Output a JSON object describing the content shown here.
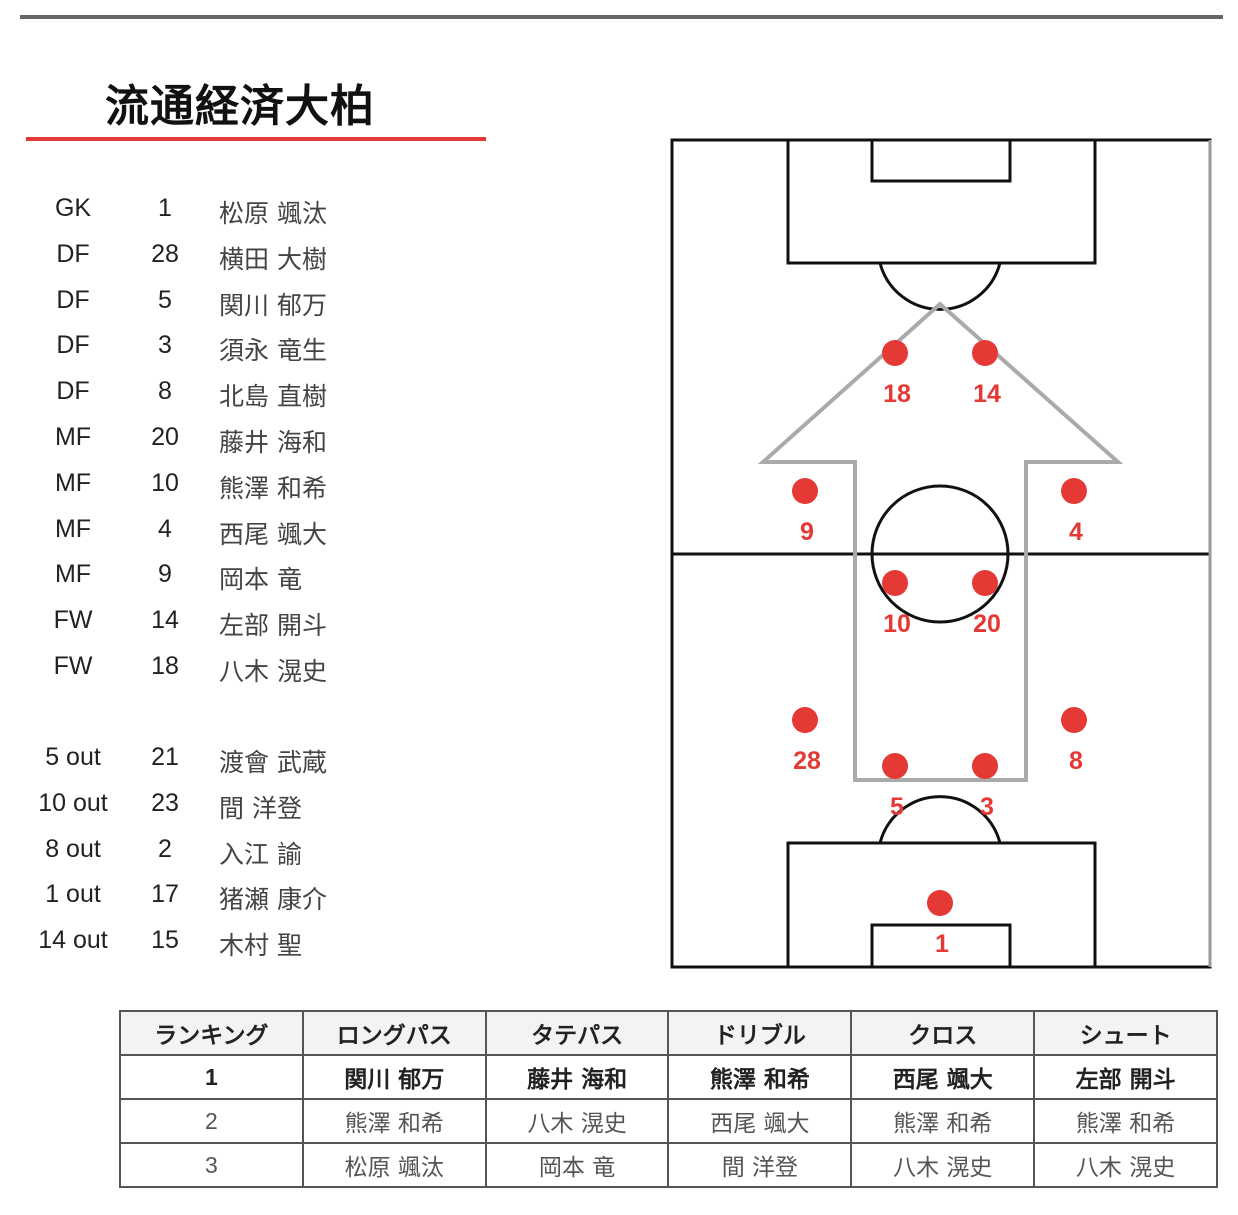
{
  "title": "流通経済大柏",
  "colors": {
    "accent": "#e53935",
    "arrow": "#aaaaaa",
    "lines": "#111111"
  },
  "starters": [
    {
      "pos": "GK",
      "num": "1",
      "name": "松原 颯汰"
    },
    {
      "pos": "DF",
      "num": "28",
      "name": "横田 大樹"
    },
    {
      "pos": "DF",
      "num": "5",
      "name": "関川 郁万"
    },
    {
      "pos": "DF",
      "num": "3",
      "name": "須永 竜生"
    },
    {
      "pos": "DF",
      "num": "8",
      "name": "北島 直樹"
    },
    {
      "pos": "MF",
      "num": "20",
      "name": "藤井 海和"
    },
    {
      "pos": "MF",
      "num": "10",
      "name": "熊澤 和希"
    },
    {
      "pos": "MF",
      "num": "4",
      "name": "西尾 颯大"
    },
    {
      "pos": "MF",
      "num": "9",
      "name": "岡本 竜"
    },
    {
      "pos": "FW",
      "num": "14",
      "name": "左部 開斗"
    },
    {
      "pos": "FW",
      "num": "18",
      "name": "八木 滉史"
    }
  ],
  "subs": [
    {
      "pos": "5 out",
      "num": "21",
      "name": "渡會 武蔵"
    },
    {
      "pos": "10 out",
      "num": "23",
      "name": "間 洋登"
    },
    {
      "pos": "8 out",
      "num": "2",
      "name": "入江 諭"
    },
    {
      "pos": "1 out",
      "num": "17",
      "name": "猪瀬 康介"
    },
    {
      "pos": "14 out",
      "num": "15",
      "name": "木村 聖"
    }
  ],
  "formation_numbers": [
    "18",
    "14",
    "9",
    "4",
    "10",
    "20",
    "28",
    "8",
    "5",
    "3",
    "1"
  ],
  "ranking": {
    "headers": [
      "ランキング",
      "ロングパス",
      "タテパス",
      "ドリブル",
      "クロス",
      "シュート"
    ],
    "rows": [
      [
        "1",
        "関川 郁万",
        "藤井 海和",
        "熊澤 和希",
        "西尾 颯大",
        "左部 開斗"
      ],
      [
        "2",
        "熊澤 和希",
        "八木 滉史",
        "西尾 颯大",
        "熊澤 和希",
        "熊澤 和希"
      ],
      [
        "3",
        "松原 颯汰",
        "岡本 竜",
        "間 洋登",
        "八木 滉史",
        "八木 滉史"
      ]
    ]
  }
}
